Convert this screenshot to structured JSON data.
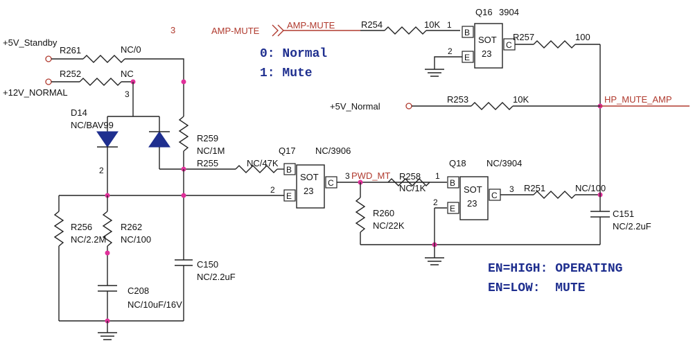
{
  "nets": {
    "amp_mute_in": "AMP-MUTE",
    "amp_mute_out": "AMP-MUTE",
    "v5_standby": "+5V_Standby",
    "v12_normal": "+12V_NORMAL",
    "v5_normal": "+5V_Normal",
    "hp_mute_amp": "HP_MUTE_AMP",
    "pwd_mt": "PWD_MT"
  },
  "notes": {
    "mode0": "0: Normal",
    "mode1": "1: Mute",
    "en_high": "EN=HIGH: OPERATING",
    "en_low": "EN=LOW:  MUTE"
  },
  "components": {
    "r261": {
      "ref": "R261",
      "value": "NC/0"
    },
    "r252": {
      "ref": "R252",
      "value": "NC"
    },
    "d14": {
      "ref": "D14",
      "value": "NC/BAV99"
    },
    "r259": {
      "ref": "R259",
      "value": "NC/1M"
    },
    "r255": {
      "ref": "R255",
      "value": "NC/47K"
    },
    "r256": {
      "ref": "R256",
      "value": "NC/2.2M"
    },
    "r262": {
      "ref": "R262",
      "value": "NC/100"
    },
    "c208": {
      "ref": "C208",
      "value": "NC/10uF/16V"
    },
    "c150": {
      "ref": "C150",
      "value": "NC/2.2uF"
    },
    "q17": {
      "ref": "Q17",
      "value": "NC/3906",
      "package_line1": "SOT",
      "package_line2": "23"
    },
    "r260": {
      "ref": "R260",
      "value": "NC/22K"
    },
    "r258": {
      "ref": "R258",
      "value": "NC/1K"
    },
    "q18": {
      "ref": "Q18",
      "value": "NC/3904",
      "package_line1": "SOT",
      "package_line2": "23"
    },
    "r251": {
      "ref": "R251",
      "value": "NC/100"
    },
    "c151": {
      "ref": "C151",
      "value": "NC/2.2uF"
    },
    "r254": {
      "ref": "R254",
      "value": "10K"
    },
    "q16": {
      "ref": "Q16",
      "value": "3904",
      "package_line1": "SOT",
      "package_line2": "23"
    },
    "r257": {
      "ref": "R257",
      "value": "100"
    },
    "r253": {
      "ref": "R253",
      "value": "10K"
    }
  },
  "pins": {
    "b": "B",
    "c": "C",
    "e": "E",
    "n1": "1",
    "n2": "2",
    "n3": "3"
  },
  "stray": {
    "top_label": "3"
  }
}
